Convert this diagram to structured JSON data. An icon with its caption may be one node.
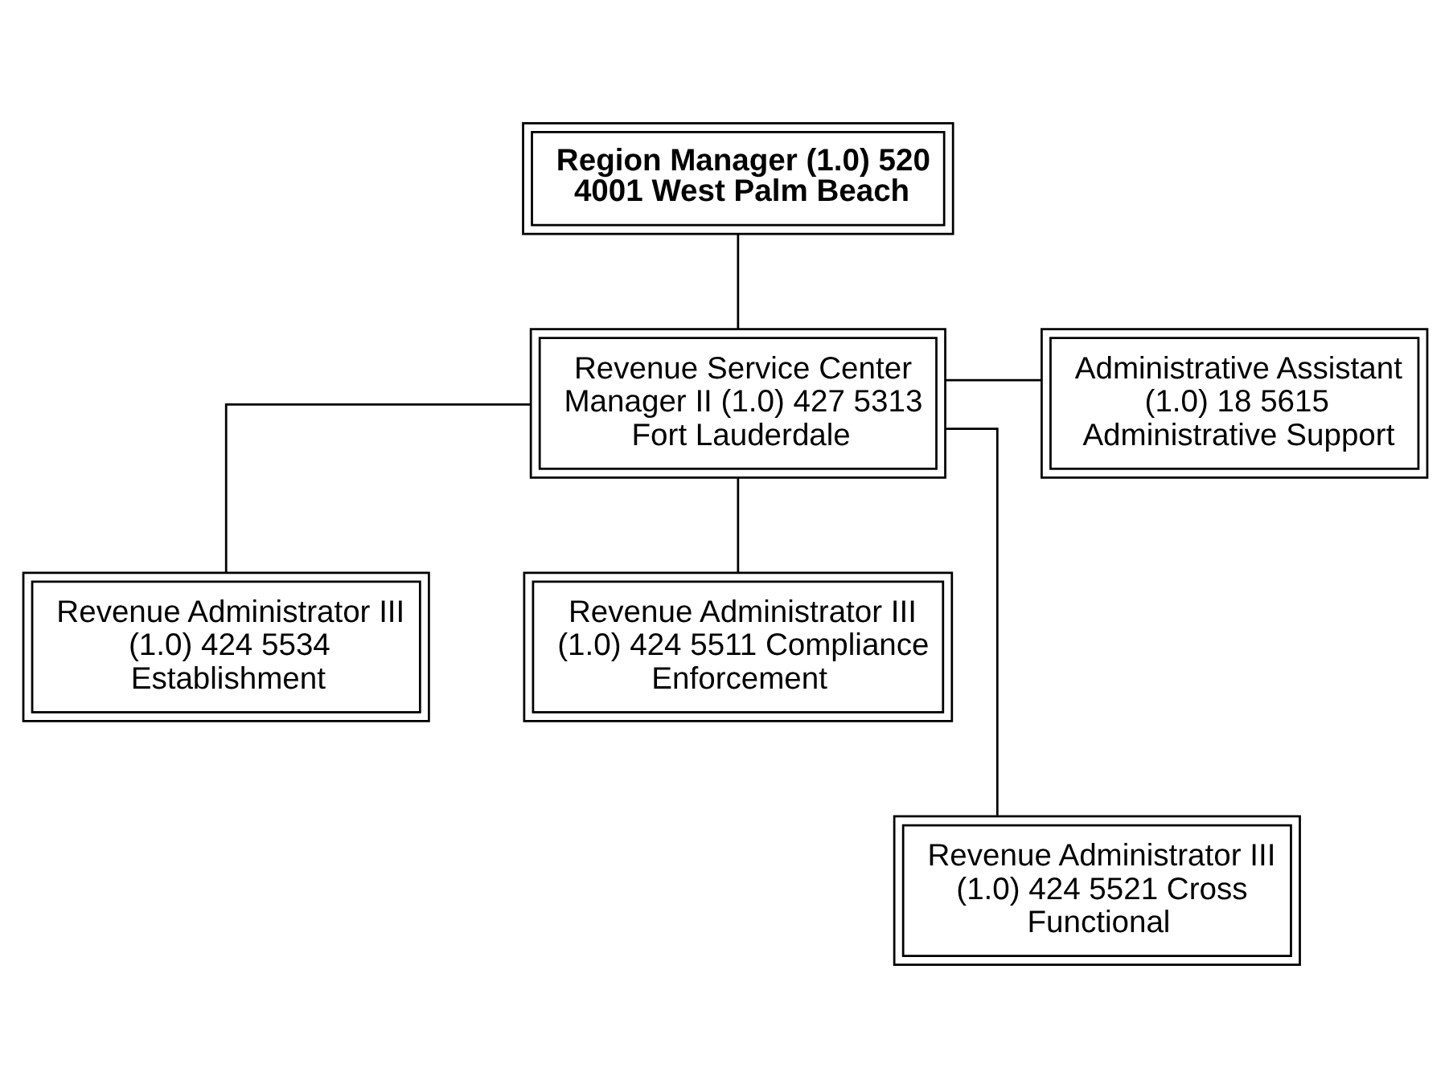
{
  "diagram": {
    "nodes": [
      {
        "text": [
          "Region Manager (1.0) 520 4001 West Palm Beach"
        ]
      },
      {
        "text": [
          "Revenue Service Center Manager II (1.0) 427 5313 Fort Lauderdale"
        ]
      },
      {
        "text": [
          "Administrative Assistant (1.0) 18 5615 Administrative Support"
        ]
      },
      {
        "text": [
          "Revenue Administrator III (1.0) 424 5534 Establishment"
        ]
      },
      {
        "text": [
          "Revenue Administrator III (1.0) 424 5511 Compliance Enforcement"
        ]
      },
      {
        "text": [
          "Revenue Administrator III (1.0) 424 5521 Cross Functional"
        ]
      }
    ],
    "edges": [
      {
        "from": 0,
        "to": 1,
        "arrow": "none"
      },
      {
        "from": 1,
        "to": 2,
        "arrow": "none"
      },
      {
        "from": 1,
        "to": 3,
        "arrow": "none"
      },
      {
        "from": 1,
        "to": 4,
        "arrow": "none"
      },
      {
        "from": 1,
        "to": 5,
        "arrow": "none"
      }
    ]
  }
}
